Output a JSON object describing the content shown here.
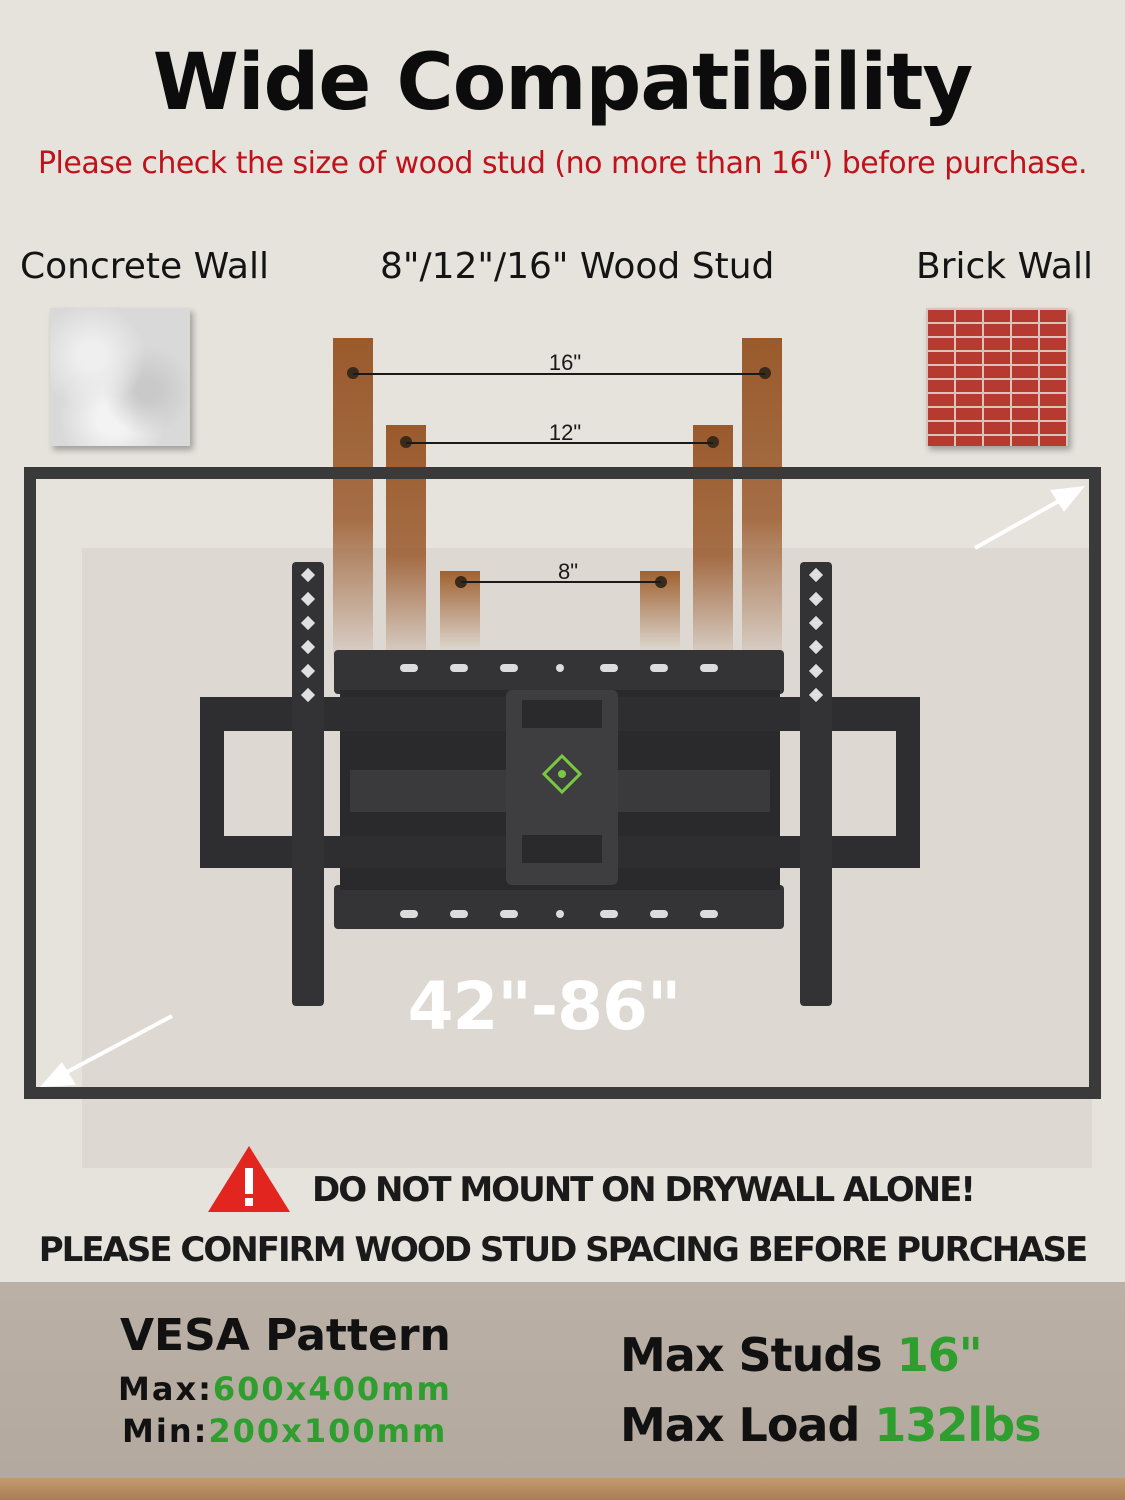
{
  "header": {
    "title": "Wide Compatibility",
    "subtitle": "Please check the size of wood stud (no more than 16\") before purchase."
  },
  "walls": {
    "concrete": "Concrete Wall",
    "wood_stud": "8\"/12\"/16\" Wood Stud",
    "brick": "Brick Wall"
  },
  "stud_spacing": {
    "wide": "16\"",
    "mid": "12\"",
    "narrow": "8\""
  },
  "tv_size_range": "42\"-86\"",
  "warning": {
    "line1": "DO NOT MOUNT ON DRYWALL ALONE!",
    "line2": "PLEASE CONFIRM WOOD STUD SPACING BEFORE PURCHASE"
  },
  "vesa": {
    "title": "VESA Pattern",
    "max_label": "Max:",
    "max_value": "600x400mm",
    "min_label": "Min:",
    "min_value": "200x100mm"
  },
  "specs": {
    "studs_label": "Max Studs",
    "studs_value": "16\"",
    "load_label": "Max Load",
    "load_value": "132lbs"
  },
  "colors": {
    "subtitle_red": "#c0121b",
    "accent_green": "#2e9e2e",
    "wood": "#9a5a2c",
    "bracket": "#2e2e30"
  },
  "icons": [
    "warning-triangle-icon",
    "arrow-expand-icon",
    "brand-logo-icon"
  ]
}
